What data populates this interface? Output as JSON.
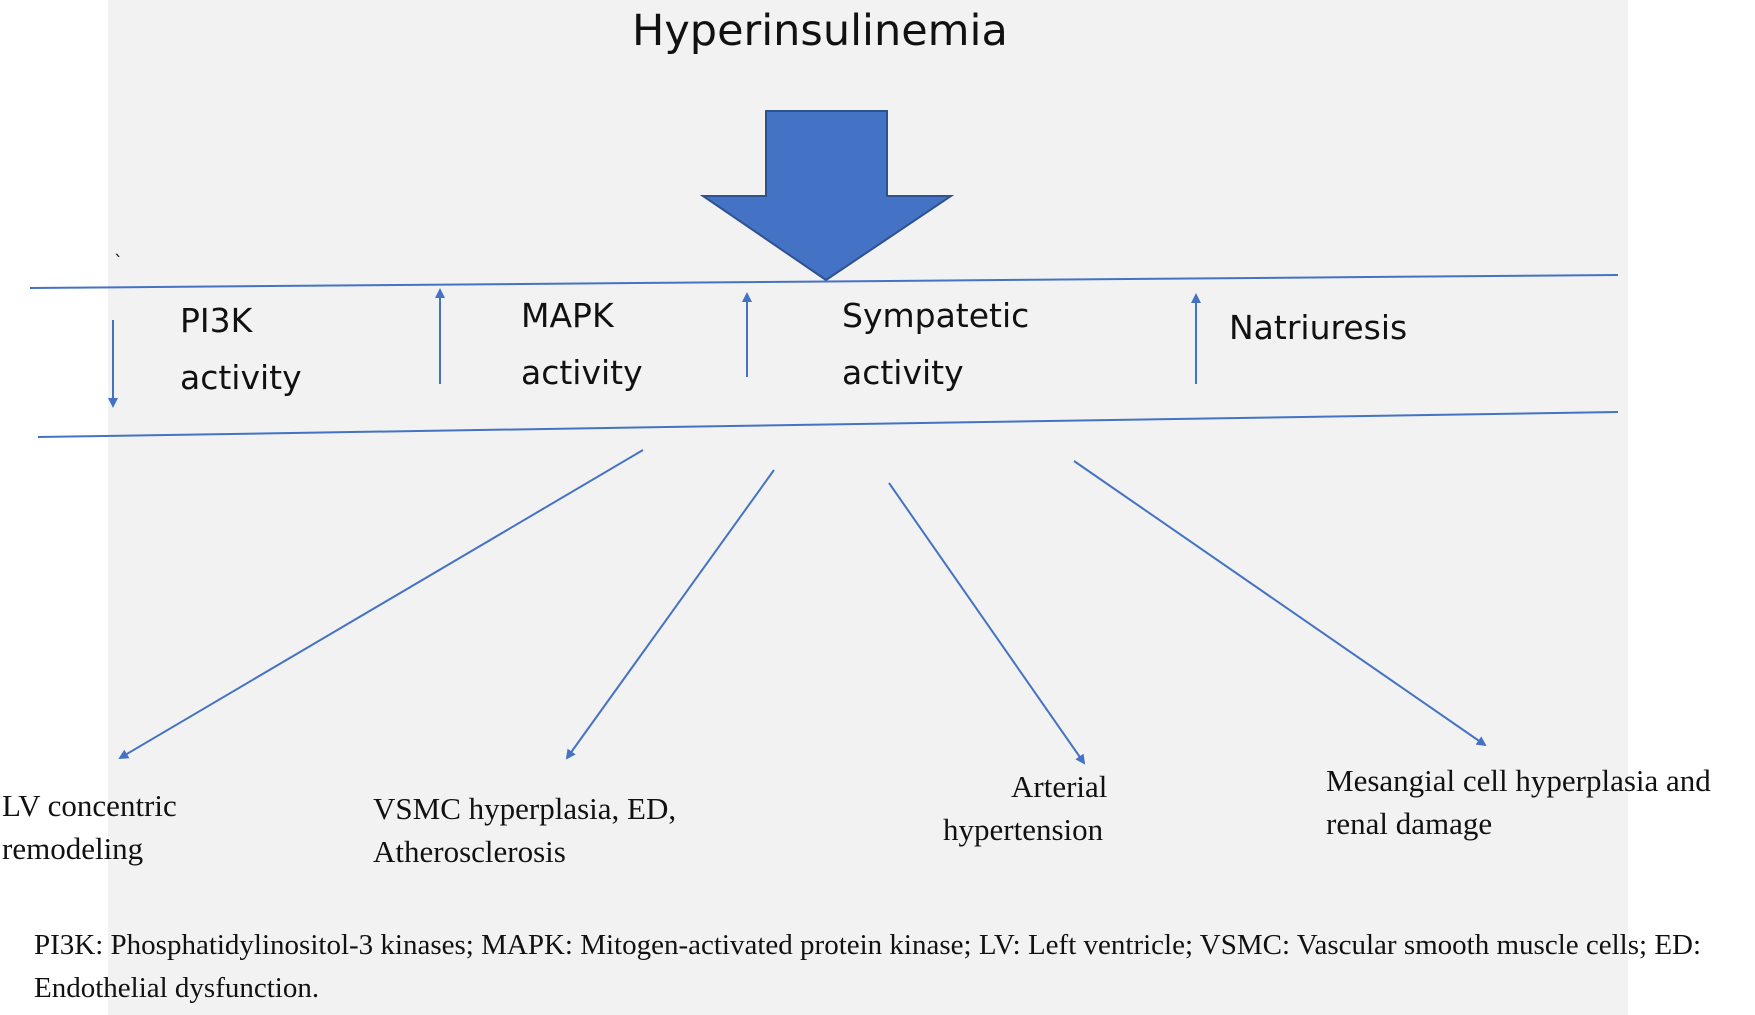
{
  "title": "Hyperinsulinemia",
  "stray_mark": "`",
  "effects": [
    {
      "direction": "down",
      "line1": "PI3K",
      "line2": "activity"
    },
    {
      "direction": "up",
      "line1": "MAPK",
      "line2": "activity"
    },
    {
      "direction": "up",
      "line1": "Sympatetic",
      "line2": "activity"
    },
    {
      "direction": "up",
      "line1": "Natriuresis",
      "line2": ""
    }
  ],
  "outcomes": [
    {
      "line1": "LV concentric",
      "line2": "remodeling"
    },
    {
      "line1": "VSMC hyperplasia, ED,",
      "line2": "Atherosclerosis"
    },
    {
      "line1": "Arterial",
      "line2": "hypertension"
    },
    {
      "line1": "Mesangial cell hyperplasia and",
      "line2": "renal damage"
    }
  ],
  "footnote": "PI3K: Phosphatidylinositol-3 kinases; MAPK: Mitogen-activated protein kinase; LV: Left ventricle; VSMC: Vascular smooth muscle cells; ED: Endothelial dysfunction.",
  "colors": {
    "arrow": "#4472c4",
    "arrow_border": "#2f528f",
    "line": "#4472c4",
    "panel": "#f2f2f2"
  }
}
